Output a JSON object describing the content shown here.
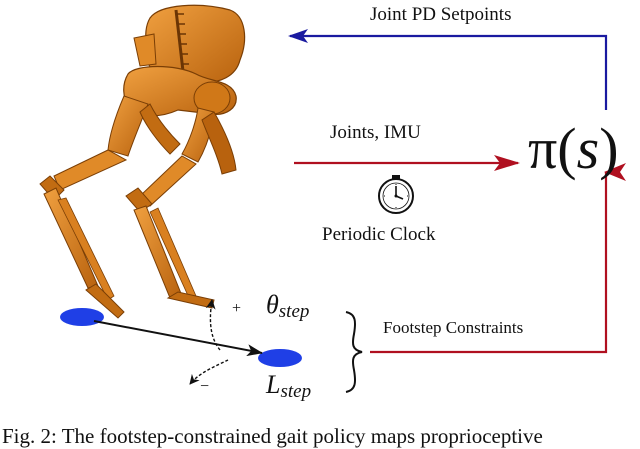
{
  "labels": {
    "setpoints": "Joint PD Setpoints",
    "joints_imu": "Joints, IMU",
    "periodic_clock": "Periodic Clock",
    "footstep_constraints": "Footstep Constraints",
    "policy_pi": "π",
    "policy_open": "(",
    "policy_s": "s",
    "policy_close": ")",
    "theta": "θ",
    "theta_sub": "step",
    "length": "L",
    "length_sub": "step",
    "plus_sign": "+",
    "minus_sign": "−"
  },
  "caption": "Fig. 2: The footstep-constrained gait policy maps proprioceptive",
  "colors": {
    "blue_arrow": "#1a1aa0",
    "red_arrow": "#b01020",
    "robot_orange": "#d9821e",
    "robot_dark": "#8a4a08",
    "footprint": "#1f3fe6"
  },
  "icons": {
    "clock": "clock-icon",
    "robot": "robot-illustration"
  }
}
